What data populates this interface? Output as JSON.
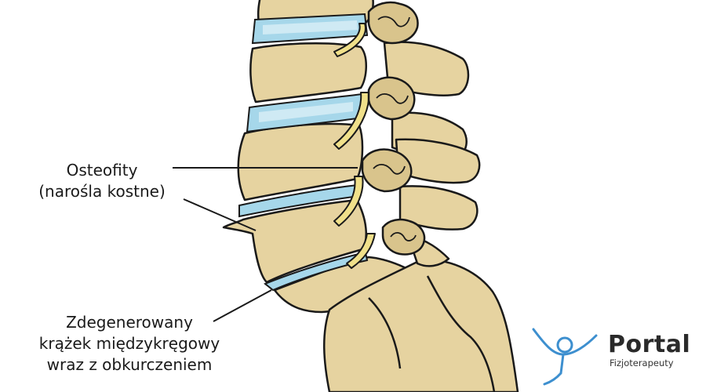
{
  "labels": {
    "osteophytes": {
      "line1": "Osteofity",
      "line2": "(narośla kostne)"
    },
    "disc": {
      "line1": "Zdegenerowany",
      "line2": "krążek międzykręgowy",
      "line3": "wraz z obkurczeniem"
    }
  },
  "logo": {
    "title": "Portal",
    "subtitle": "Fizjoterapeuty",
    "icon": "person-arms-raised-icon"
  },
  "colors": {
    "bone": "#e6d3a0",
    "bone_shadow": "#c7b07a",
    "disc": "#a6d7ea",
    "disc_light": "#cfeaf4",
    "nerve": "#f0e08a",
    "outline": "#1a1a1a",
    "leader_line": "#1a1a1a",
    "logo_blue": "#3d8fcf"
  }
}
